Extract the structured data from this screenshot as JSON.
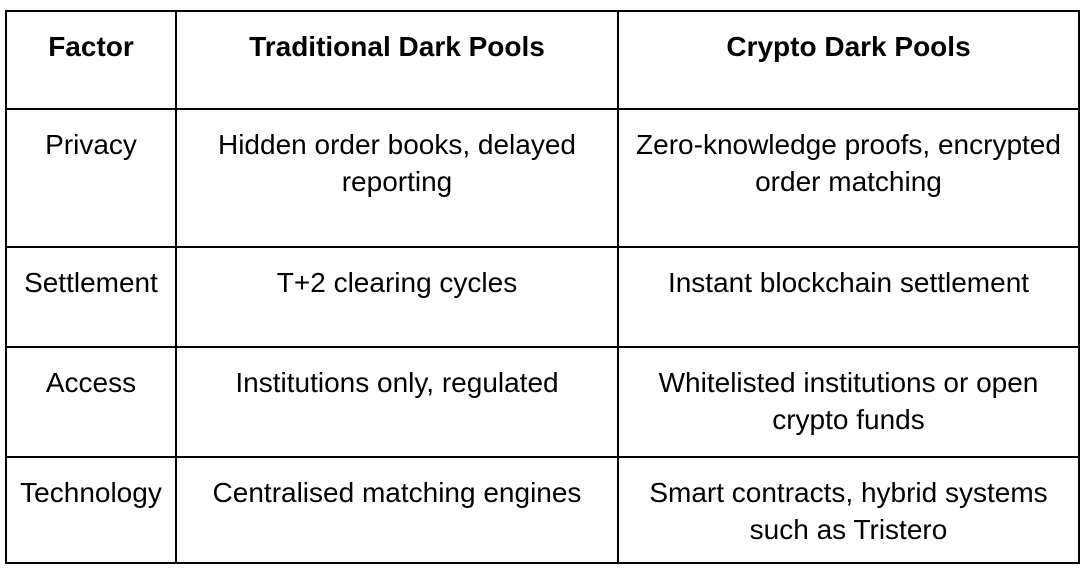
{
  "colors": {
    "background": "#ffffff",
    "border": "#000000",
    "text": "#000000"
  },
  "table": {
    "columns": [
      "Factor",
      "Traditional Dark Pools",
      "Crypto Dark Pools"
    ],
    "rows": [
      {
        "factor": "Privacy",
        "traditional": "Hidden order books, delayed reporting",
        "crypto": "Zero-knowledge proofs, encrypted order matching"
      },
      {
        "factor": "Settlement",
        "traditional": "T+2 clearing cycles",
        "crypto": "Instant blockchain settlement"
      },
      {
        "factor": "Access",
        "traditional": "Institutions only, regulated",
        "crypto": "Whitelisted institutions or open crypto funds"
      },
      {
        "factor": "Technology",
        "traditional": "Centralised matching engines",
        "crypto": "Smart contracts, hybrid systems such as Tristero"
      }
    ]
  }
}
